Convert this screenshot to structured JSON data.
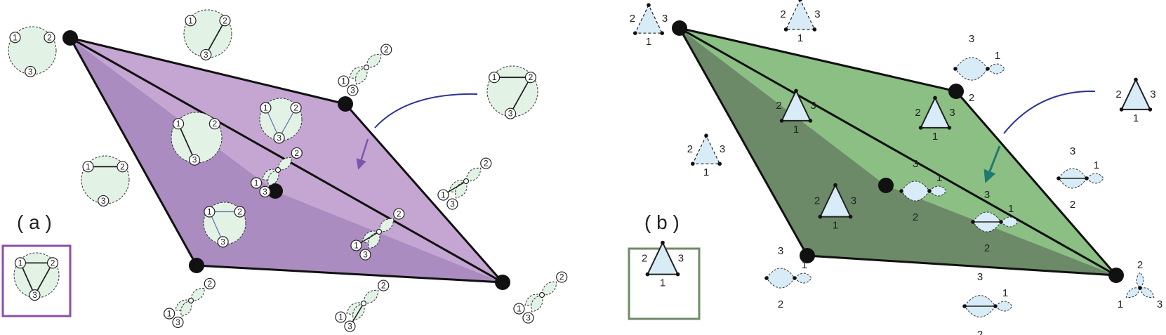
{
  "panel_a": {
    "label": "( a )",
    "node_labels": [
      "1",
      "2",
      "3"
    ],
    "fill_light": "#c5a6d2",
    "fill_dark": "#ab8cc1",
    "arrow_color": "#7b56ad",
    "glyph_fill": "#e2f3e6",
    "box_color": "#8c4ea9"
  },
  "panel_b": {
    "label": "( b )",
    "node_labels": [
      "1",
      "2",
      "3"
    ],
    "fill_light": "#8bbf84",
    "fill_dark": "#6c8a68",
    "arrow_color": "#1f7a6e",
    "glyph_fill": "#d8ecf7",
    "box_color": "#6f8a68"
  },
  "curve_color": "#2b3592",
  "vertex_color": "#111111"
}
